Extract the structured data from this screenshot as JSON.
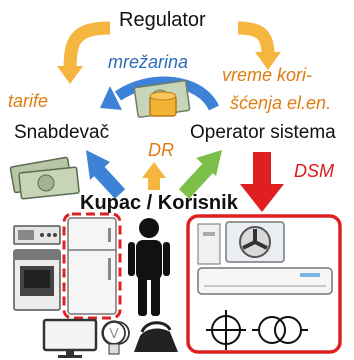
{
  "diagram": {
    "top_node": "Regulator",
    "left_node": "Snabdevač",
    "right_node": "Operator sistema",
    "center_node": "Kupac / Korisnik",
    "edge_regulator_left": "tarife",
    "edge_regulator_right_line1": "vreme kori-",
    "edge_regulator_right_line2": "šćenja el.en.",
    "edge_between": "mrežarina",
    "edge_dr": "DR",
    "edge_dsm": "DSM"
  },
  "colors": {
    "orange": "#f4b63e",
    "blue": "#3d82d6",
    "green": "#7cc04a",
    "red": "#e02020",
    "label_orange": "#e07b12",
    "label_blue": "#2b6cb8",
    "label_red": "#d8191a"
  },
  "icons": {
    "money": "money-icon",
    "appliances": [
      "kitchen-appliances-icon",
      "refrigerator-icon",
      "person-icon",
      "air-conditioner-icon",
      "tv-icon",
      "lightbulb-icon",
      "iron-icon",
      "motor-symbol-icon",
      "transformer-symbol-icon"
    ]
  }
}
